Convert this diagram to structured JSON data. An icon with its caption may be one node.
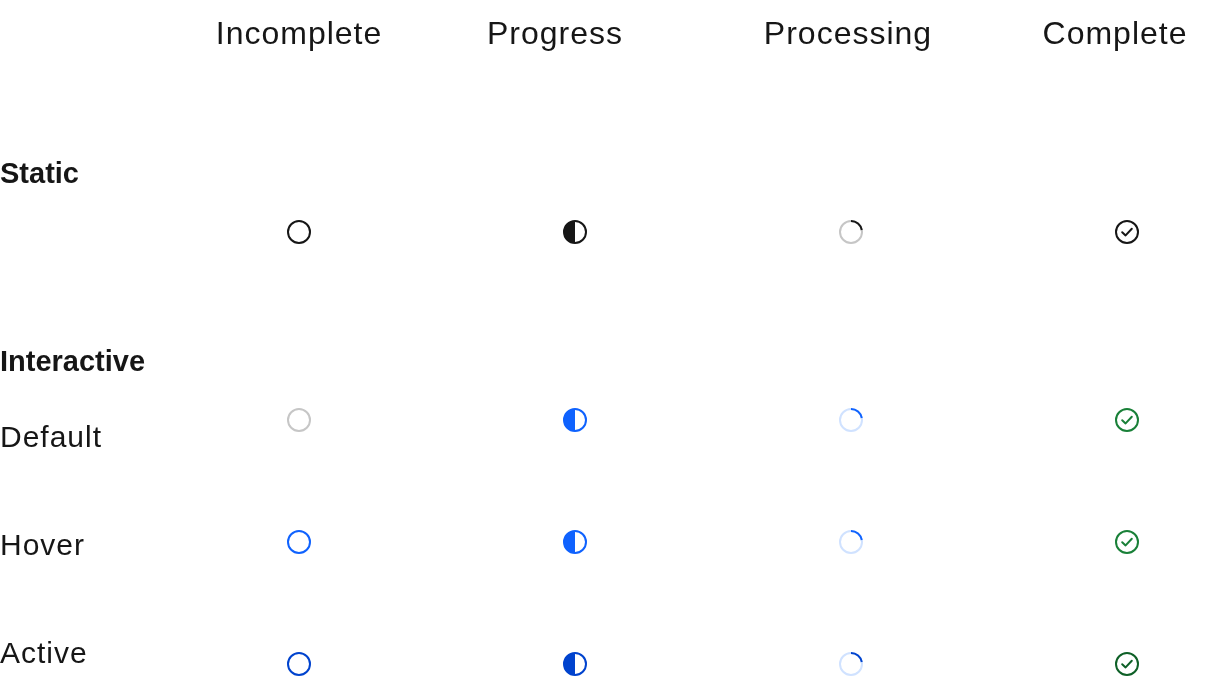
{
  "diagram": {
    "labels": [
      "Incomplete",
      "Progress",
      "Processing",
      "Complete",
      "Static",
      "Interactive",
      "Default",
      "Hover",
      "Active"
    ]
  }
}
